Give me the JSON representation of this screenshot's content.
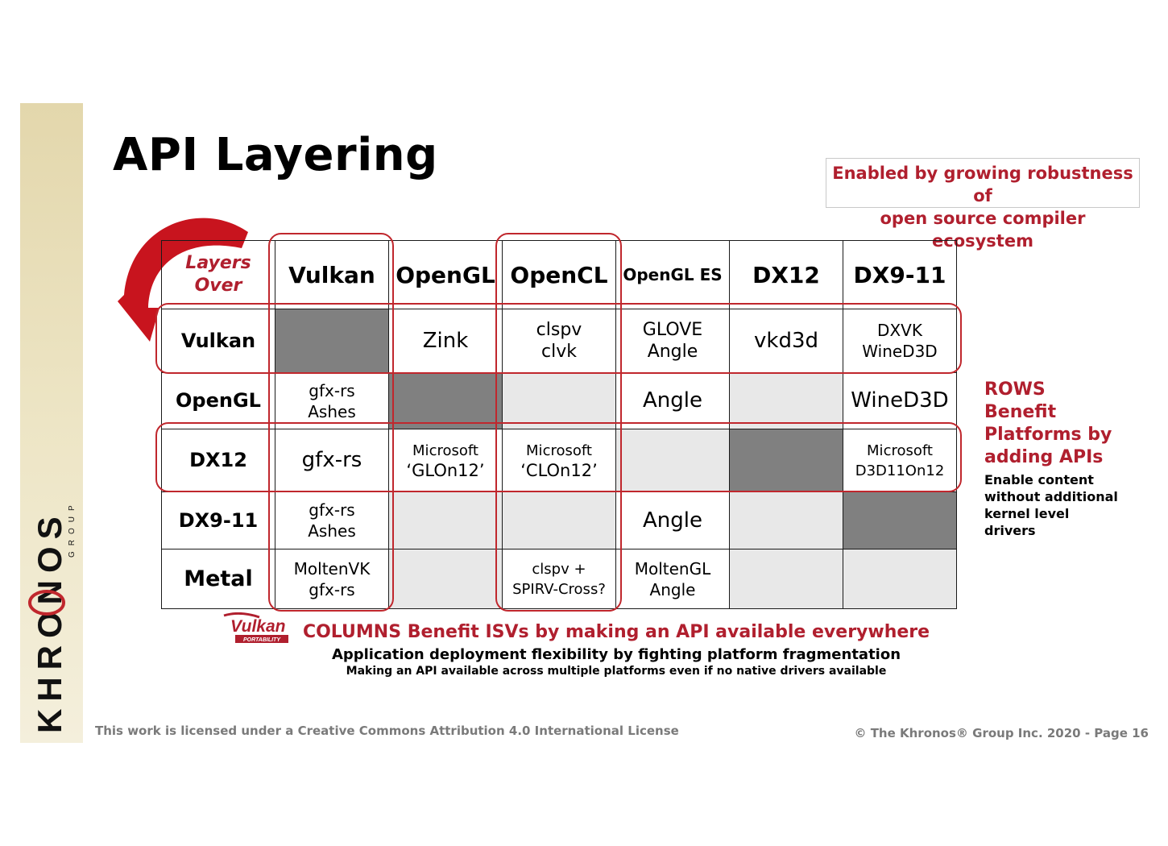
{
  "slide": {
    "title": "API Layering",
    "note_line1": "Enabled by growing robustness of",
    "note_line2": "open source compiler ecosystem",
    "brand_logo_text": "KHRONOS",
    "brand_logo_sub": "GROUP",
    "portability_logo_text": "Vulkan",
    "portability_logo_sub": "PORTABILITY"
  },
  "table": {
    "corner_line1": "Layers",
    "corner_line2": "Over",
    "columns": [
      "Vulkan",
      "OpenGL",
      "OpenCL",
      "OpenGL ES",
      "DX12",
      "DX9-11"
    ],
    "rows": [
      {
        "name": "Vulkan",
        "cells": [
          [],
          [
            "Zink"
          ],
          [
            "clspv",
            "clvk"
          ],
          [
            "GLOVE",
            "Angle"
          ],
          [
            "vkd3d"
          ],
          [
            "DXVK",
            "WineD3D"
          ]
        ]
      },
      {
        "name": "OpenGL",
        "cells": [
          [
            "gfx-rs",
            "Ashes"
          ],
          [],
          [],
          [
            "Angle"
          ],
          [],
          [
            "WineD3D"
          ]
        ]
      },
      {
        "name": "DX12",
        "cells": [
          [
            "gfx-rs"
          ],
          [
            "Microsoft",
            "‘GLOn12’"
          ],
          [
            "Microsoft",
            "‘CLOn12’"
          ],
          [],
          [],
          [
            "Microsoft",
            "D3D11On12"
          ]
        ]
      },
      {
        "name": "DX9-11",
        "cells": [
          [
            "gfx-rs",
            "Ashes"
          ],
          [],
          [],
          [
            "Angle"
          ],
          [],
          []
        ]
      },
      {
        "name": "Metal",
        "cells": [
          [
            "MoltenVK",
            "gfx-rs"
          ],
          [],
          [
            "clspv +",
            "SPIRV-Cross?"
          ],
          [
            "MoltenGL",
            "Angle"
          ],
          [],
          []
        ]
      }
    ]
  },
  "rows_note": {
    "heading_line1": "ROWS",
    "heading_line2": "Benefit",
    "heading_line3": "Platforms by",
    "heading_line4": "adding APIs",
    "sub_line1": "Enable content",
    "sub_line2": "without additional",
    "sub_line3": "kernel level",
    "sub_line4": "drivers"
  },
  "columns_note": {
    "heading": "COLUMNS Benefit ISVs by making an API available everywhere",
    "line1": "Application deployment flexibility by fighting platform fragmentation",
    "line2": "Making an API available across multiple platforms even if no native drivers available"
  },
  "footer": {
    "license": "This work is licensed under a Creative Commons Attribution 4.0 International License",
    "copyright": "© The Khronos® Group Inc. 2020 - Page 16"
  },
  "colors": {
    "accent_red": "#b01f2e",
    "dark_cell": "#808080",
    "light_cell": "#e8e8e8"
  }
}
